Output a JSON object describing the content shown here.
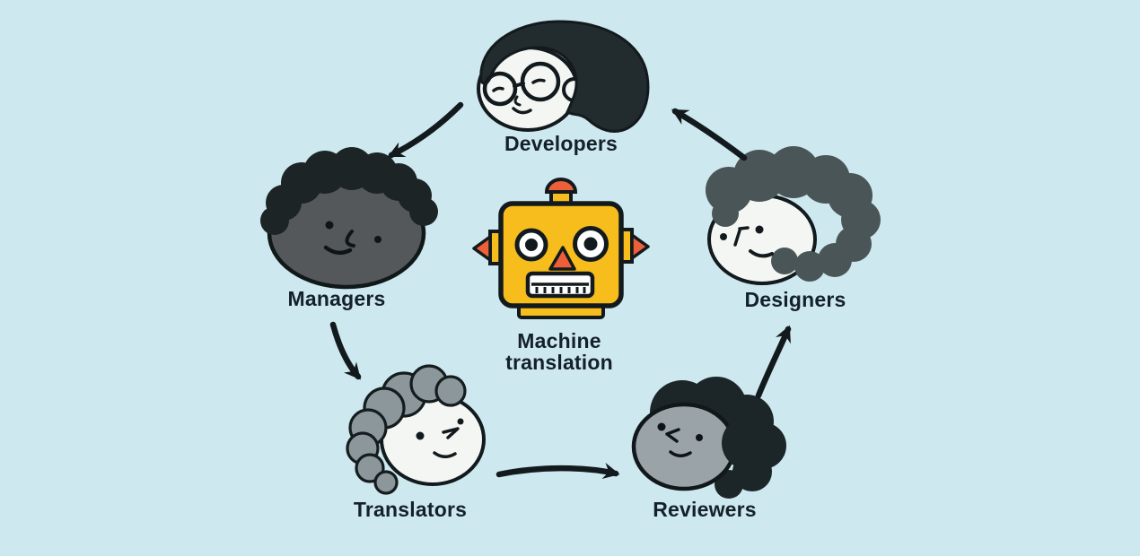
{
  "diagram": {
    "background_color": "#cde8ee",
    "ink_color": "#121a1e",
    "center": {
      "id": "machine-translation",
      "label": "Machine translation",
      "icon": "robot-icon",
      "colors": {
        "body": "#f7bd1d",
        "accent": "#ed5f38"
      }
    },
    "nodes": [
      {
        "id": "developers",
        "label": "Developers",
        "icon": "developer-head-icon"
      },
      {
        "id": "managers",
        "label": "Managers",
        "icon": "manager-head-icon"
      },
      {
        "id": "translators",
        "label": "Translators",
        "icon": "translator-head-icon"
      },
      {
        "id": "reviewers",
        "label": "Reviewers",
        "icon": "reviewer-head-icon"
      },
      {
        "id": "designers",
        "label": "Designers",
        "icon": "designer-head-icon"
      }
    ],
    "edges": [
      {
        "from": "developers",
        "to": "managers"
      },
      {
        "from": "managers",
        "to": "translators"
      },
      {
        "from": "translators",
        "to": "reviewers"
      },
      {
        "from": "reviewers",
        "to": "designers"
      },
      {
        "from": "designers",
        "to": "developers"
      }
    ],
    "face_colors": {
      "light": "#f3f6f2",
      "mid_gray": "#9aa4a8",
      "dark_gray": "#54585b",
      "hair_black": "#1c2527",
      "hair_dark_gray": "#4a5557",
      "hair_light_gray": "#8c979b"
    }
  }
}
